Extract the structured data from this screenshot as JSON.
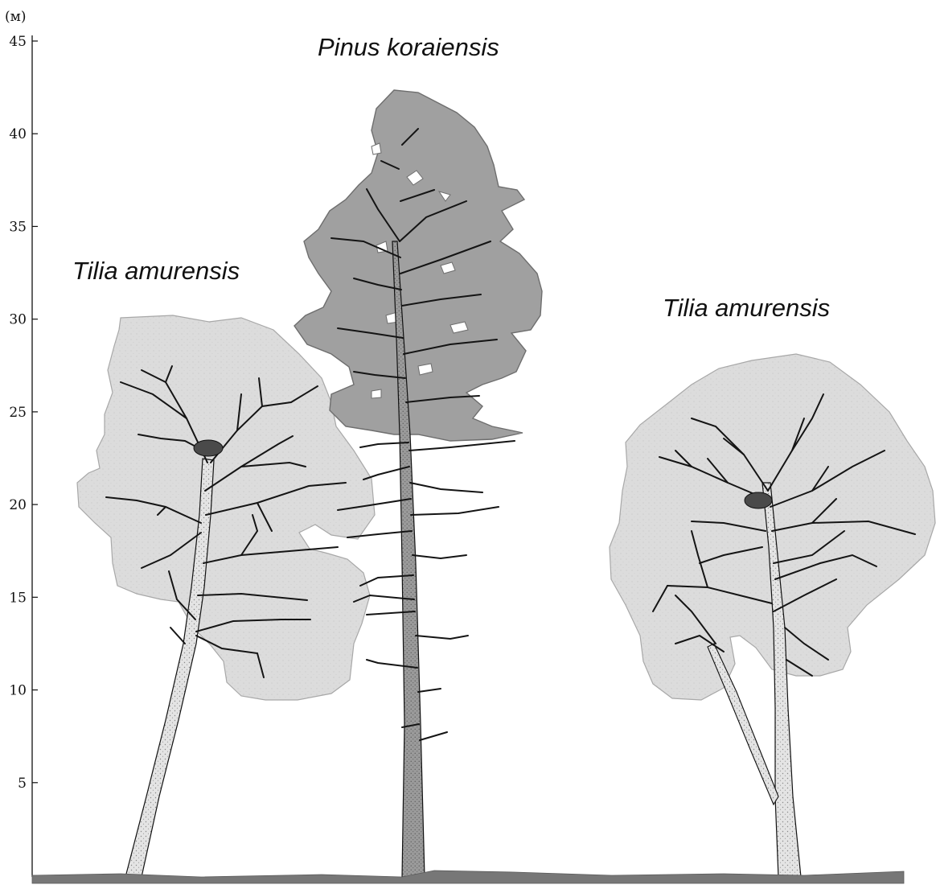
{
  "figure": {
    "axis": {
      "unit_label": "(м)",
      "min": 0,
      "max": 45,
      "ticks": [
        5,
        10,
        15,
        20,
        25,
        30,
        35,
        40,
        45
      ]
    },
    "trees": [
      {
        "label": "Tilia amurensis",
        "species": "linden",
        "nest_height": 23
      },
      {
        "label": "Pinus koraiensis",
        "species": "pine"
      },
      {
        "label": "Tilia amurensis",
        "species": "linden",
        "nest_height": 20.3
      }
    ],
    "colors": {
      "linden_crown": "#dcdcdc",
      "pine_crown": "#a0a0a0",
      "ground": "#777777",
      "branch": "#141414",
      "nest": "#4a4a4a"
    }
  }
}
